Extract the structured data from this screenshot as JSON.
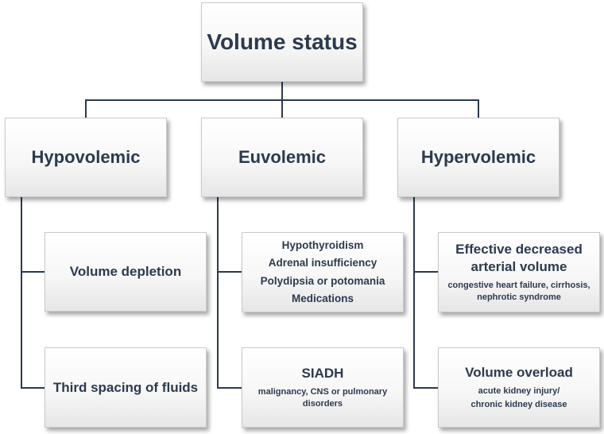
{
  "root": {
    "label": "Volume status"
  },
  "categories": [
    {
      "label": "Hypovolemic"
    },
    {
      "label": "Euvolemic"
    },
    {
      "label": "Hypervolemic"
    }
  ],
  "hypovolemic": {
    "volume_depletion": "Volume depletion",
    "third_spacing": "Third spacing of fluids"
  },
  "euvolemic": {
    "causes": [
      "Hypothyroidism",
      "Adrenal insufficiency",
      "Polydipsia or potomania",
      "Medications"
    ],
    "siadh": {
      "title": "SIADH",
      "detail": "malignancy, CNS or pulmonary disorders"
    }
  },
  "hypervolemic": {
    "edav": {
      "title": "Effective decreased arterial volume",
      "detail": "congestive heart failure, cirrhosis, nephrotic syndrome"
    },
    "overload": {
      "title": "Volume overload",
      "detail_line1": "acute kidney injury/",
      "detail_line2": "chronic kidney disease"
    }
  },
  "colors": {
    "text": "#2b3a4f",
    "connector": "#2b3a4f"
  }
}
